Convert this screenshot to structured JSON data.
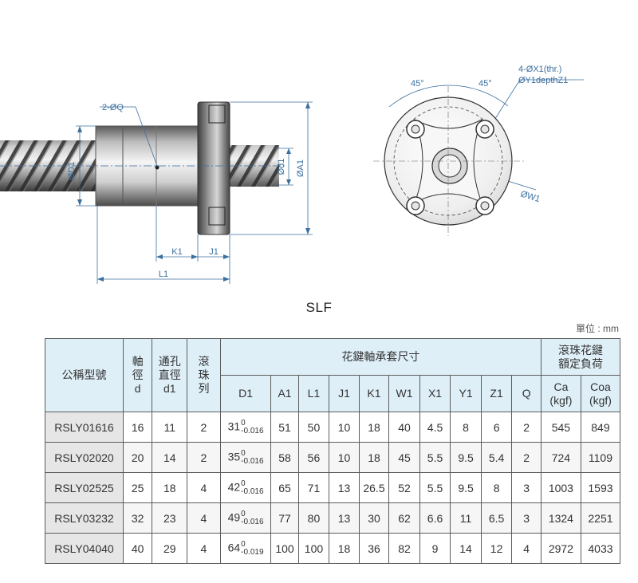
{
  "drawing": {
    "side_labels": {
      "hole": "2-ØQ",
      "d1_dim": "ØD1",
      "small_d": "Ød1",
      "a1_dim": "ØA1",
      "k1": "K1",
      "j1": "J1",
      "l1": "L1"
    },
    "front_labels": {
      "angle_left": "45°",
      "angle_right": "45°",
      "holes_line1": "4-ØX1(thr.)",
      "holes_line2": "ØY1depthZ1",
      "w1": "ØW1"
    }
  },
  "model_title": "SLF",
  "unit": "單位 : mm",
  "table": {
    "headers": {
      "model": "公稱型號",
      "shaft_diameter": [
        "軸",
        "徑",
        "d"
      ],
      "bore_diameter": [
        "通孔",
        "直徑",
        "d1"
      ],
      "ball_rows": [
        "滾",
        "珠",
        "列"
      ],
      "nut_group": "花鍵軸承套尺寸",
      "load_group": [
        "滾珠花鍵",
        "額定負荷"
      ],
      "dims": [
        "D1",
        "A1",
        "L1",
        "J1",
        "K1",
        "W1",
        "X1",
        "Y1",
        "Z1",
        "Q"
      ],
      "ca": [
        "Ca",
        "(kgf)"
      ],
      "coa": [
        "Coa",
        "(kgf)"
      ]
    },
    "rows": [
      {
        "model": "RSLY01616",
        "d": "16",
        "d1": "11",
        "rows": "2",
        "D1": "31",
        "D1_tol_up": "0",
        "D1_tol_low": "-0.016",
        "A1": "51",
        "L1": "50",
        "J1": "10",
        "K1": "18",
        "W1": "40",
        "X1": "4.5",
        "Y1": "8",
        "Z1": "6",
        "Q": "2",
        "Ca": "545",
        "Coa": "849"
      },
      {
        "model": "RSLY02020",
        "d": "20",
        "d1": "14",
        "rows": "2",
        "D1": "35",
        "D1_tol_up": "0",
        "D1_tol_low": "-0.016",
        "A1": "58",
        "L1": "56",
        "J1": "10",
        "K1": "18",
        "W1": "45",
        "X1": "5.5",
        "Y1": "9.5",
        "Z1": "5.4",
        "Q": "2",
        "Ca": "724",
        "Coa": "1109"
      },
      {
        "model": "RSLY02525",
        "d": "25",
        "d1": "18",
        "rows": "4",
        "D1": "42",
        "D1_tol_up": "0",
        "D1_tol_low": "-0.016",
        "A1": "65",
        "L1": "71",
        "J1": "13",
        "K1": "26.5",
        "W1": "52",
        "X1": "5.5",
        "Y1": "9.5",
        "Z1": "8",
        "Q": "3",
        "Ca": "1003",
        "Coa": "1593"
      },
      {
        "model": "RSLY03232",
        "d": "32",
        "d1": "23",
        "rows": "4",
        "D1": "49",
        "D1_tol_up": "0",
        "D1_tol_low": "-0.016",
        "A1": "77",
        "L1": "80",
        "J1": "13",
        "K1": "30",
        "W1": "62",
        "X1": "6.6",
        "Y1": "11",
        "Z1": "6.5",
        "Q": "3",
        "Ca": "1324",
        "Coa": "2251"
      },
      {
        "model": "RSLY04040",
        "d": "40",
        "d1": "29",
        "rows": "4",
        "D1": "64",
        "D1_tol_up": "0",
        "D1_tol_low": "-0.019",
        "A1": "100",
        "L1": "100",
        "J1": "18",
        "K1": "36",
        "W1": "82",
        "X1": "9",
        "Y1": "14",
        "Z1": "12",
        "Q": "4",
        "Ca": "2972",
        "Coa": "4033"
      }
    ]
  }
}
